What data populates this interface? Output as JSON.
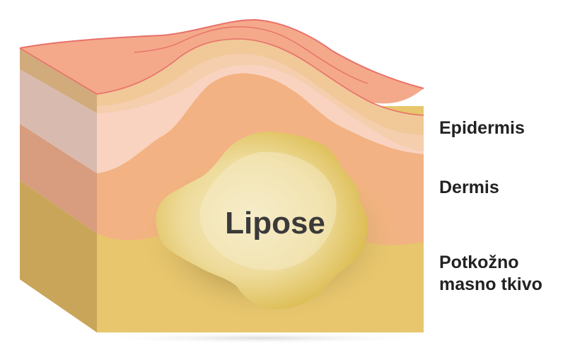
{
  "labels": {
    "center": "Lipose",
    "epidermis": "Epidermis",
    "dermis": "Dermis",
    "subcutaneous_line1": "Potkožno",
    "subcutaneous_line2": "masno tkivo"
  },
  "colors": {
    "top_skin": "#F4A98A",
    "skin_outline": "#E8706A",
    "epidermis_band": "#F1C898",
    "epidermis_light": "#F9D3C0",
    "dermis": "#F3B283",
    "fat_tissue": "#E7C66D",
    "lipoma_center": "#F4E8BE",
    "lipoma_edge": "#D9B746",
    "label_text": "#222222"
  }
}
